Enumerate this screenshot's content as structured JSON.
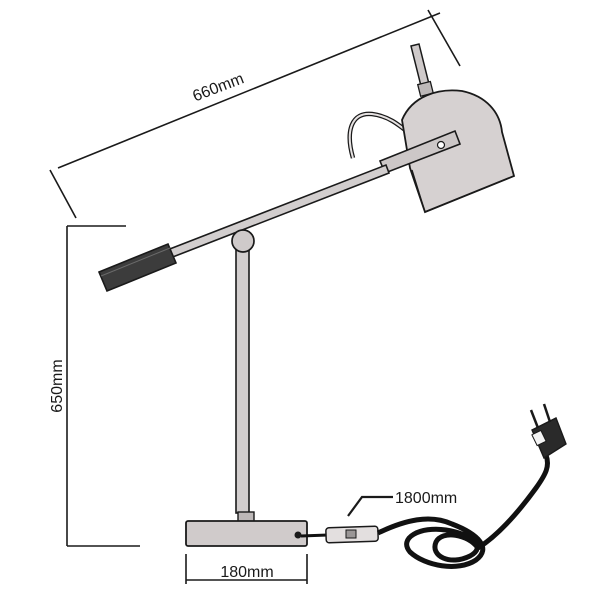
{
  "dimensions": {
    "overall_length": "660mm",
    "height": "650mm",
    "base_width": "180mm",
    "cord_length": "1800mm"
  },
  "colors": {
    "line": "#1a1a1a",
    "metal": "#d2cece",
    "shade": "#d6d1d1",
    "grip": "#3c3c3c",
    "cord": "#111111"
  }
}
